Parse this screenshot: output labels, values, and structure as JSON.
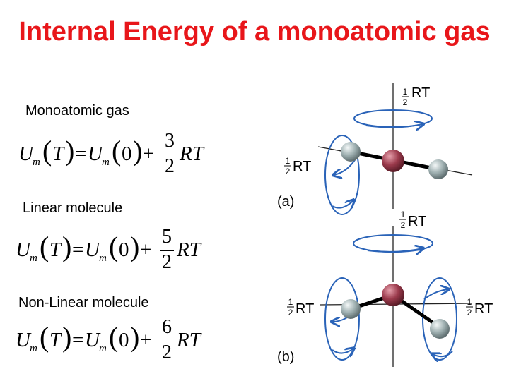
{
  "slide": {
    "title": "Internal Energy of a monoatomic gas",
    "sections": [
      {
        "label": "Monoatomic gas",
        "numerator": "3",
        "denominator": "2"
      },
      {
        "label": "Linear molecule",
        "numerator": "5",
        "denominator": "2"
      },
      {
        "label": "Non-Linear molecule",
        "numerator": "6",
        "denominator": "2"
      }
    ],
    "equation": {
      "lhs_symbol": "U",
      "lhs_sub": "m",
      "lhs_arg": "T",
      "equals": "=",
      "rhs_symbol": "U",
      "rhs_sub": "m",
      "rhs_arg": "0",
      "plus": "+",
      "tail": "RT"
    },
    "diagram": {
      "energy_term": {
        "num": "1",
        "den": "2",
        "text": "RT"
      },
      "panel_a_label": "(a)",
      "panel_b_label": "(b)"
    },
    "colors": {
      "title": "#e8161a",
      "arrows": "#2a63b8",
      "central_atom": "#9b3a4c",
      "outer_atom": "#9fb0b1"
    }
  }
}
